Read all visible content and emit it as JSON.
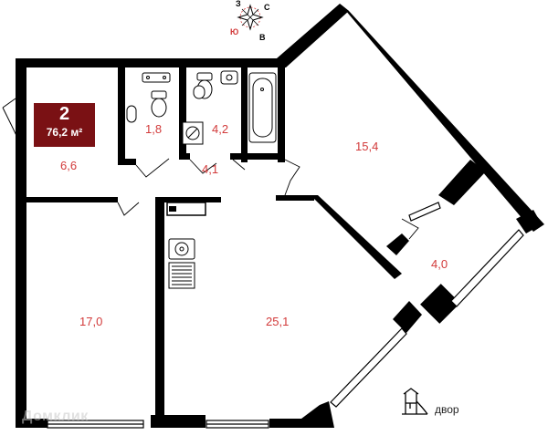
{
  "apartment": {
    "rooms": "2",
    "area": "76,2 м²"
  },
  "compass": {
    "north": "З",
    "east": "С",
    "south": "В",
    "west": "Ю"
  },
  "rooms": {
    "hall": "6,6",
    "wc": "1,8",
    "bath": "4,2",
    "corridor": "4,1",
    "bedroom_big": "15,4",
    "balcony": "4,0",
    "bedroom_left": "17,0",
    "living_kitchen": "25,1"
  },
  "yard_label": "двор",
  "watermark": "Домклик",
  "colors": {
    "accent": "#7a1114",
    "walls": "#000000",
    "labels": "#d23a3a"
  }
}
